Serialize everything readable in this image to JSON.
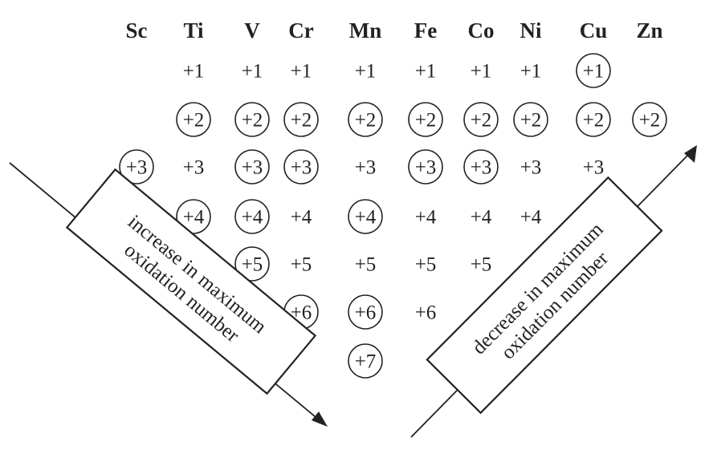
{
  "elements": [
    {
      "symbol": "Sc",
      "states": [
        {
          "label": "+3",
          "circled": true
        }
      ]
    },
    {
      "symbol": "Ti",
      "states": [
        {
          "label": "+1",
          "circled": false
        },
        {
          "label": "+2",
          "circled": true
        },
        {
          "label": "+3",
          "circled": false
        },
        {
          "label": "+4",
          "circled": true
        }
      ]
    },
    {
      "symbol": "V",
      "states": [
        {
          "label": "+1",
          "circled": false
        },
        {
          "label": "+2",
          "circled": true
        },
        {
          "label": "+3",
          "circled": true
        },
        {
          "label": "+4",
          "circled": true
        },
        {
          "label": "+5",
          "circled": true
        }
      ]
    },
    {
      "symbol": "Cr",
      "states": [
        {
          "label": "+1",
          "circled": false
        },
        {
          "label": "+2",
          "circled": true
        },
        {
          "label": "+3",
          "circled": true
        },
        {
          "label": "+4",
          "circled": false
        },
        {
          "label": "+5",
          "circled": false
        },
        {
          "label": "+6",
          "circled": true
        }
      ]
    },
    {
      "symbol": "Mn",
      "states": [
        {
          "label": "+1",
          "circled": false
        },
        {
          "label": "+2",
          "circled": true
        },
        {
          "label": "+3",
          "circled": false
        },
        {
          "label": "+4",
          "circled": true
        },
        {
          "label": "+5",
          "circled": false
        },
        {
          "label": "+6",
          "circled": true
        },
        {
          "label": "+7",
          "circled": true
        }
      ]
    },
    {
      "symbol": "Fe",
      "states": [
        {
          "label": "+1",
          "circled": false
        },
        {
          "label": "+2",
          "circled": true
        },
        {
          "label": "+3",
          "circled": true
        },
        {
          "label": "+4",
          "circled": false
        },
        {
          "label": "+5",
          "circled": false
        },
        {
          "label": "+6",
          "circled": false
        }
      ]
    },
    {
      "symbol": "Co",
      "states": [
        {
          "label": "+1",
          "circled": false
        },
        {
          "label": "+2",
          "circled": true
        },
        {
          "label": "+3",
          "circled": true
        },
        {
          "label": "+4",
          "circled": false
        },
        {
          "label": "+5",
          "circled": false
        }
      ]
    },
    {
      "symbol": "Ni",
      "states": [
        {
          "label": "+1",
          "circled": false
        },
        {
          "label": "+2",
          "circled": true
        },
        {
          "label": "+3",
          "circled": false
        },
        {
          "label": "+4",
          "circled": false
        }
      ]
    },
    {
      "symbol": "Cu",
      "states": [
        {
          "label": "+1",
          "circled": true
        },
        {
          "label": "+2",
          "circled": true
        },
        {
          "label": "+3",
          "circled": false
        }
      ]
    },
    {
      "symbol": "Zn",
      "states": [
        {
          "label": "+2",
          "circled": true
        }
      ]
    }
  ],
  "trend_boxes": {
    "left": {
      "line1": "increase in maximum",
      "line2": "oxidation number"
    },
    "right": {
      "line1": "decrease in maximum",
      "line2": "oxidation number"
    }
  }
}
